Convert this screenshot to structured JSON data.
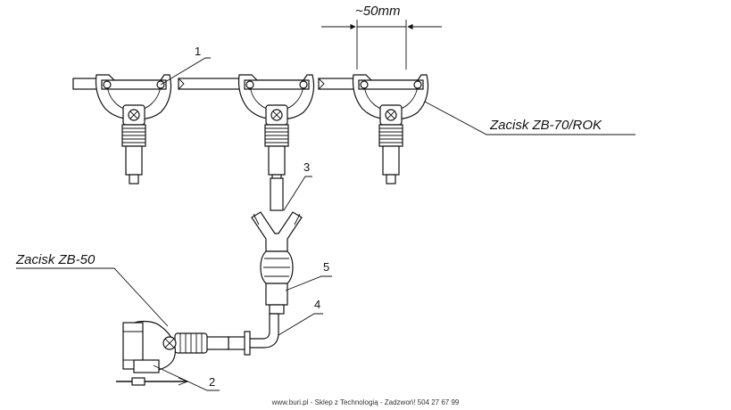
{
  "labels": {
    "dimension": "~50mm",
    "clamp_zb70": "Zacisk ZB-70/ROK",
    "clamp_zb50": "Zacisk ZB-50"
  },
  "callouts": [
    "1",
    "2",
    "3",
    "4",
    "5"
  ],
  "footer": "www.buri.pl - Sklep z Technologią - Zadzwoń! 504 27 67 99"
}
